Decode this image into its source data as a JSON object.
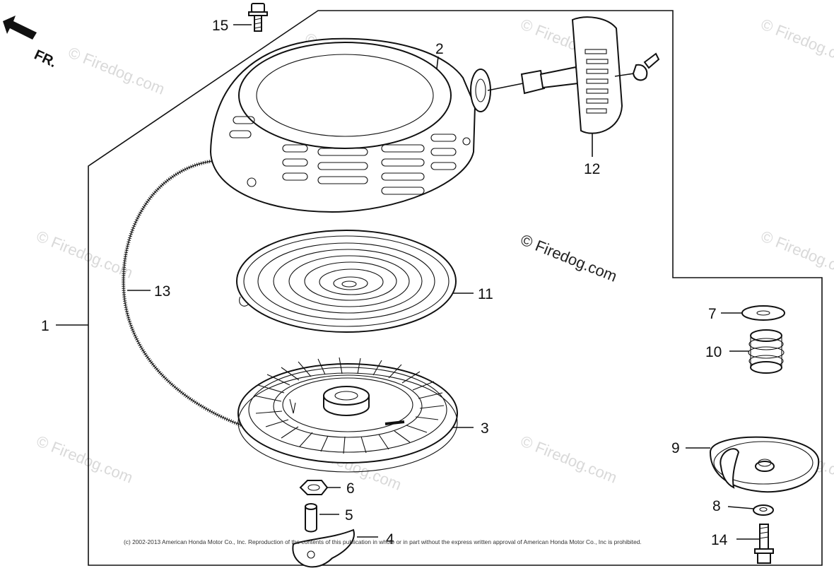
{
  "direction_label": "FR.",
  "callouts": {
    "c1": "1",
    "c2": "2",
    "c3": "3",
    "c4": "4",
    "c5": "5",
    "c6": "6",
    "c7": "7",
    "c8": "8",
    "c9": "9",
    "c10": "10",
    "c11": "11",
    "c12": "12",
    "c13": "13",
    "c14": "14",
    "c15": "15"
  },
  "watermark": {
    "main": "© Firedog.com",
    "faint": "© Firedog.com"
  },
  "copyright": "(c) 2002-2013 American Honda Motor Co., Inc. Reproduction of the contents of this publication in whole or in part without the express written approval of American Honda Motor Co., Inc is prohibited."
}
